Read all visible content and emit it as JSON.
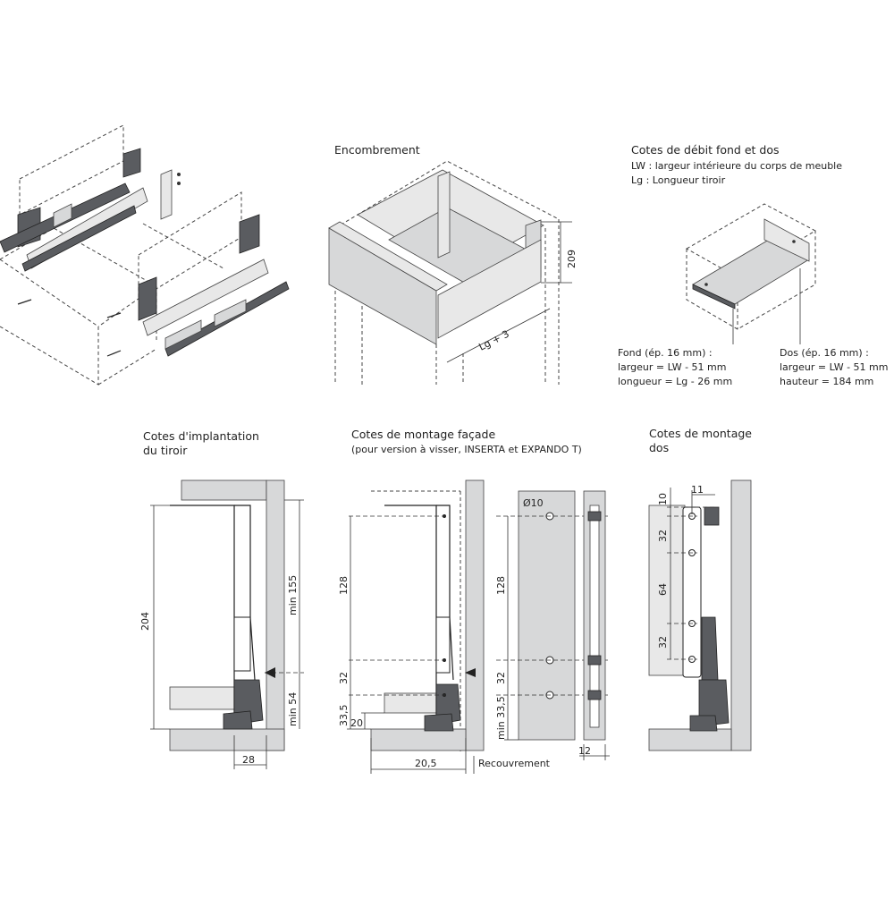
{
  "encombrement": {
    "title": "Encombrement",
    "dim_height": "209",
    "dim_length": "Lg + 3"
  },
  "cotes_debit": {
    "title": "Cotes de débit fond et dos",
    "line1": "LW : largeur intérieure du corps de meuble",
    "line2": "Lg : Longueur tiroir",
    "fond_1": "Fond (ép. 16 mm) :",
    "fond_2": "largeur = LW - 51 mm",
    "fond_3": "longueur = Lg - 26 mm",
    "dos_1": "Dos (ép. 16 mm) :",
    "dos_2": "largeur = LW - 51 mm",
    "dos_3": "hauteur = 184 mm"
  },
  "implantation": {
    "title_1": "Cotes d'implantation",
    "title_2": "du tiroir",
    "d204": "204",
    "dmin155": "min 155",
    "dmin54": "min 54",
    "d28": "28"
  },
  "facade": {
    "title_1": "Cotes de montage façade",
    "title_2": "(pour version à visser, INSERTA et EXPANDO T)",
    "d128a": "128",
    "d32a": "32",
    "d335a": "33,5",
    "d20": "20",
    "d205": "20,5",
    "recouvrement": "Recouvrement",
    "diam": "Ø10",
    "d128b": "128",
    "d32b": "32",
    "dmin335": "min 33,5",
    "d12": "12"
  },
  "dos": {
    "title_1": "Cotes de montage",
    "title_2": "dos",
    "d10": "10",
    "d11": "11",
    "d32a": "32",
    "d64": "64",
    "d32b": "32"
  }
}
